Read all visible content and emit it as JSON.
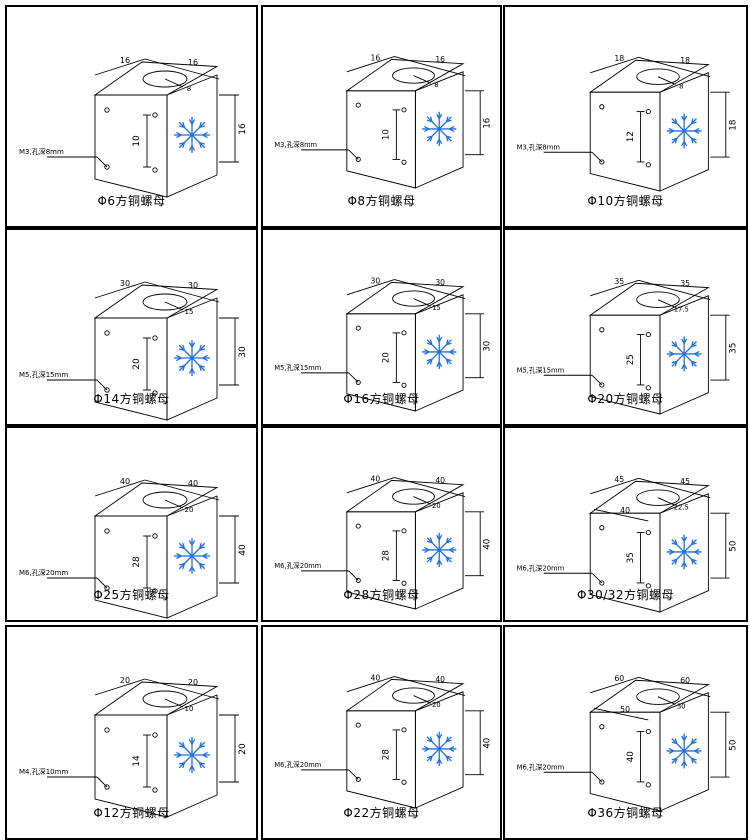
{
  "cells": [
    {
      "caption": "Φ6方铜螺母",
      "width_a": "16",
      "width_b": "16",
      "radius": "8",
      "hole_spacing": "10",
      "height": "16",
      "thread": "M3,孔深8mm",
      "inner": ""
    },
    {
      "caption": "Φ8方铜螺母",
      "width_a": "16",
      "width_b": "16",
      "radius": "8",
      "hole_spacing": "10",
      "height": "16",
      "thread": "M3,孔深8mm",
      "inner": ""
    },
    {
      "caption": "Φ10方铜螺母",
      "width_a": "18",
      "width_b": "18",
      "radius": "8",
      "hole_spacing": "12",
      "height": "18",
      "thread": "M3,孔深8mm",
      "inner": ""
    },
    {
      "caption": "Φ14方铜螺母",
      "width_a": "30",
      "width_b": "30",
      "radius": "15",
      "hole_spacing": "20",
      "height": "30",
      "thread": "M5,孔深15mm",
      "inner": ""
    },
    {
      "caption": "Φ16方铜螺母",
      "width_a": "30",
      "width_b": "30",
      "radius": "15",
      "hole_spacing": "20",
      "height": "30",
      "thread": "M5,孔深15mm",
      "inner": ""
    },
    {
      "caption": "Φ20方铜螺母",
      "width_a": "35",
      "width_b": "35",
      "radius": "17.5",
      "hole_spacing": "25",
      "height": "35",
      "thread": "M5,孔深15mm",
      "inner": ""
    },
    {
      "caption": "Φ25方铜螺母",
      "width_a": "40",
      "width_b": "40",
      "radius": "20",
      "hole_spacing": "28",
      "height": "40",
      "thread": "M6,孔深20mm",
      "inner": ""
    },
    {
      "caption": "Φ28方铜螺母",
      "width_a": "40",
      "width_b": "40",
      "radius": "20",
      "hole_spacing": "28",
      "height": "40",
      "thread": "M6,孔深20mm",
      "inner": ""
    },
    {
      "caption": "Φ30/32方铜螺母",
      "width_a": "45",
      "width_b": "45",
      "radius": "22.5",
      "hole_spacing": "35",
      "height": "50",
      "thread": "M6,孔深20mm",
      "inner": "40"
    },
    {
      "caption": "Φ12方铜螺母",
      "width_a": "20",
      "width_b": "20",
      "radius": "10",
      "hole_spacing": "14",
      "height": "20",
      "thread": "M4,孔深10mm",
      "inner": ""
    },
    {
      "caption": "Φ22方铜螺母",
      "width_a": "40",
      "width_b": "40",
      "radius": "20",
      "hole_spacing": "28",
      "height": "40",
      "thread": "M6,孔深20mm",
      "inner": ""
    },
    {
      "caption": "Φ36方铜螺母",
      "width_a": "60",
      "width_b": "60",
      "radius": "30",
      "hole_spacing": "40",
      "height": "50",
      "thread": "M6,孔深20mm",
      "inner": "50"
    }
  ],
  "colors": {
    "snowflake": "#1e6fe0",
    "line": "#000000",
    "border": "#000000"
  }
}
